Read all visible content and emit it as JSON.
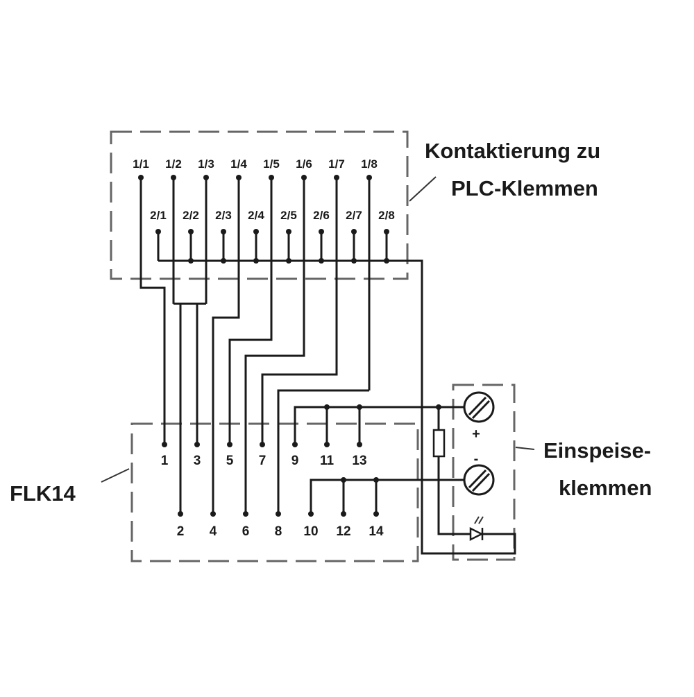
{
  "plc_label": {
    "line1": "Kontaktierung zu",
    "line2": "PLC-Klemmen"
  },
  "module_label": "FLK14",
  "supply_label": {
    "line1": "Einspeise-",
    "line2": "klemmen"
  },
  "pins_row1": [
    "1/1",
    "1/2",
    "1/3",
    "1/4",
    "1/5",
    "1/6",
    "1/7",
    "1/8"
  ],
  "pins_row2": [
    "2/1",
    "2/2",
    "2/3",
    "2/4",
    "2/5",
    "2/6",
    "2/7",
    "2/8"
  ],
  "terminals_odd": [
    "1",
    "3",
    "5",
    "7",
    "9",
    "11",
    "13"
  ],
  "terminals_even": [
    "2",
    "4",
    "6",
    "8",
    "10",
    "12",
    "14"
  ],
  "supply_signs": {
    "plus": "+",
    "minus": "-"
  },
  "colors": {
    "ink": "#1a1a1a",
    "dash": "#666666",
    "background": "#ffffff"
  }
}
